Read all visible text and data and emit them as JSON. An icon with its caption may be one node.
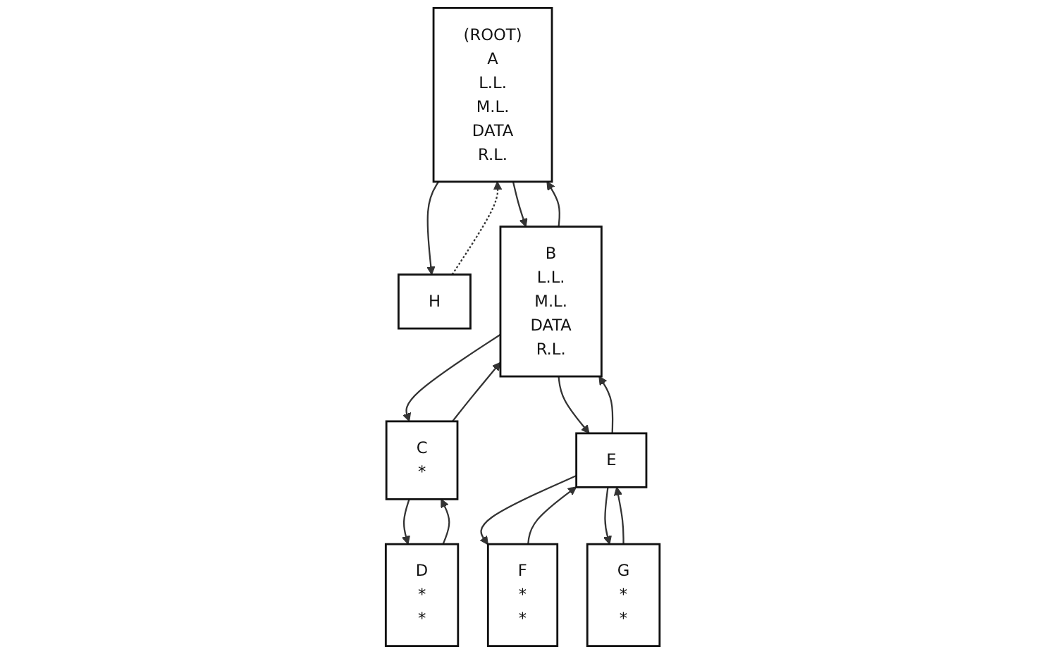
{
  "diagram": {
    "nodes": [
      {
        "text": [
          "(ROOT)",
          "A",
          "L.L.",
          "M.L.",
          "DATA",
          "R.L."
        ]
      },
      {
        "text": [
          "H"
        ]
      },
      {
        "text": [
          "B",
          "L.L.",
          "M.L.",
          "DATA",
          "R.L."
        ]
      },
      {
        "text": [
          "C",
          "*"
        ]
      },
      {
        "text": [
          "E"
        ]
      },
      {
        "text": [
          "D",
          "*",
          "*"
        ]
      },
      {
        "text": [
          "F",
          "*",
          "*"
        ]
      },
      {
        "text": [
          "G",
          "*",
          "*"
        ]
      }
    ],
    "edges": [
      {
        "from": 0,
        "to": 2,
        "arrow": "to"
      },
      {
        "from": 2,
        "to": 0,
        "arrow": "to"
      },
      {
        "from": 0,
        "to": 1,
        "arrow": "to"
      },
      {
        "from": 1,
        "to": 0,
        "arrow": "to",
        "style": "dashed"
      },
      {
        "from": 2,
        "to": 3,
        "arrow": "to"
      },
      {
        "from": 3,
        "to": 2,
        "arrow": "to"
      },
      {
        "from": 2,
        "to": 4,
        "arrow": "to"
      },
      {
        "from": 4,
        "to": 2,
        "arrow": "to"
      },
      {
        "from": 3,
        "to": 5,
        "arrow": "to"
      },
      {
        "from": 5,
        "to": 3,
        "arrow": "to"
      },
      {
        "from": 4,
        "to": 6,
        "arrow": "to"
      },
      {
        "from": 6,
        "to": 4,
        "arrow": "to"
      },
      {
        "from": 4,
        "to": 7,
        "arrow": "to"
      },
      {
        "from": 7,
        "to": 4,
        "arrow": "to"
      }
    ]
  }
}
